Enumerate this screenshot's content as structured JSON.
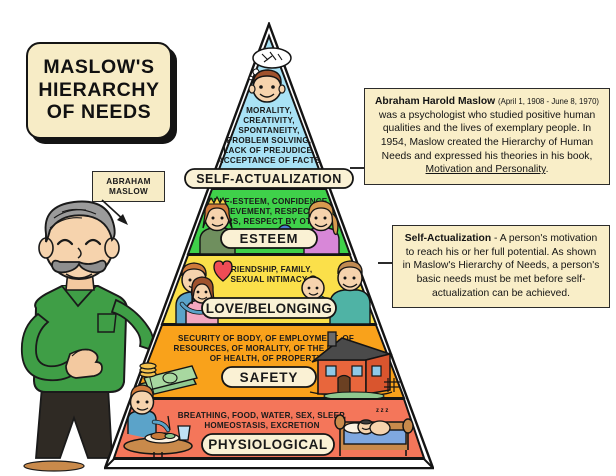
{
  "title": {
    "lines": [
      "MASLOW'S",
      "HIERARCHY",
      "OF NEEDS"
    ]
  },
  "figure_label": {
    "line1": "ABRAHAM",
    "line2": "MASLOW",
    "icon": "arrow-down-right-icon"
  },
  "pyramid": {
    "tiers": [
      {
        "id": "self-actualization",
        "badge": "SELF-ACTUALIZATION",
        "color": "#a9e2f5",
        "description": [
          "MORALITY,",
          "CREATIVITY,",
          "SPONTANEITY,",
          "PROBLEM SOLVING,",
          "LACK OF PREJUDICE,",
          "ACCEPTANCE OF FACTS"
        ],
        "illustrations": [
          "thinking-boy-icon",
          "thought-bubble-icon"
        ]
      },
      {
        "id": "esteem",
        "badge": "ESTEEM",
        "color": "#3fd14a",
        "description": [
          "SELF-ESTEEM, CONFIDENCE,",
          "ACHIEVEMENT, RESPECT OF",
          "OTHERS, RESPECT BY OTHERS"
        ],
        "illustrations": [
          "girl-with-crown-icon",
          "girl-with-award-ribbon-icon"
        ]
      },
      {
        "id": "love-belonging",
        "badge": "LOVE/BELONGING",
        "color": "#fbe04a",
        "description": [
          "FRIENDSHIP, FAMILY,",
          "SEXUAL INTIMACY"
        ],
        "illustrations": [
          "couple-hugging-icon",
          "heart-icon",
          "father-and-baby-icon"
        ]
      },
      {
        "id": "safety",
        "badge": "SAFETY",
        "color": "#f9a21b",
        "description": [
          "SECURITY OF BODY, OF EMPLOYMENT, OF",
          "RESOURCES, OF MORALITY, OF THE FAMILY,",
          "OF HEALTH, OF PROPERTY"
        ],
        "illustrations": [
          "money-cash-icon",
          "house-icon"
        ]
      },
      {
        "id": "physiological",
        "badge": "PHYSIOLOGICAL",
        "color": "#f4765a",
        "description": [
          "BREATHING, FOOD, WATER, SEX, SLEEP,",
          "HOMEOSTASIS, EXCRETION"
        ],
        "illustrations": [
          "boy-eating-meal-icon",
          "person-sleeping-in-bed-icon"
        ]
      }
    ]
  },
  "callouts": {
    "biography": {
      "lead": "Abraham Harold Maslow",
      "dates": "(April 1, 1908 - June 8, 1970)",
      "body_before_book": " was a psychologist who studied positive human qualities and the lives of exemplary people. In 1954, Maslow created the Hierarchy of Human Needs and expressed his theories in his book, ",
      "book": "Motivation and Personality",
      "body_after_book": "."
    },
    "self_actualization": {
      "lead": "Self-Actualization",
      "body": " - A person's motivation to reach his or her full potential. As shown in Maslow's Hierarchy of Needs, a person's basic needs must be met before self-actualization can be achieved."
    }
  },
  "colors": {
    "paper": "#ffffff",
    "box_fill": "#f7ecc6",
    "outline": "#141414",
    "sweater": "#3f9e46"
  }
}
